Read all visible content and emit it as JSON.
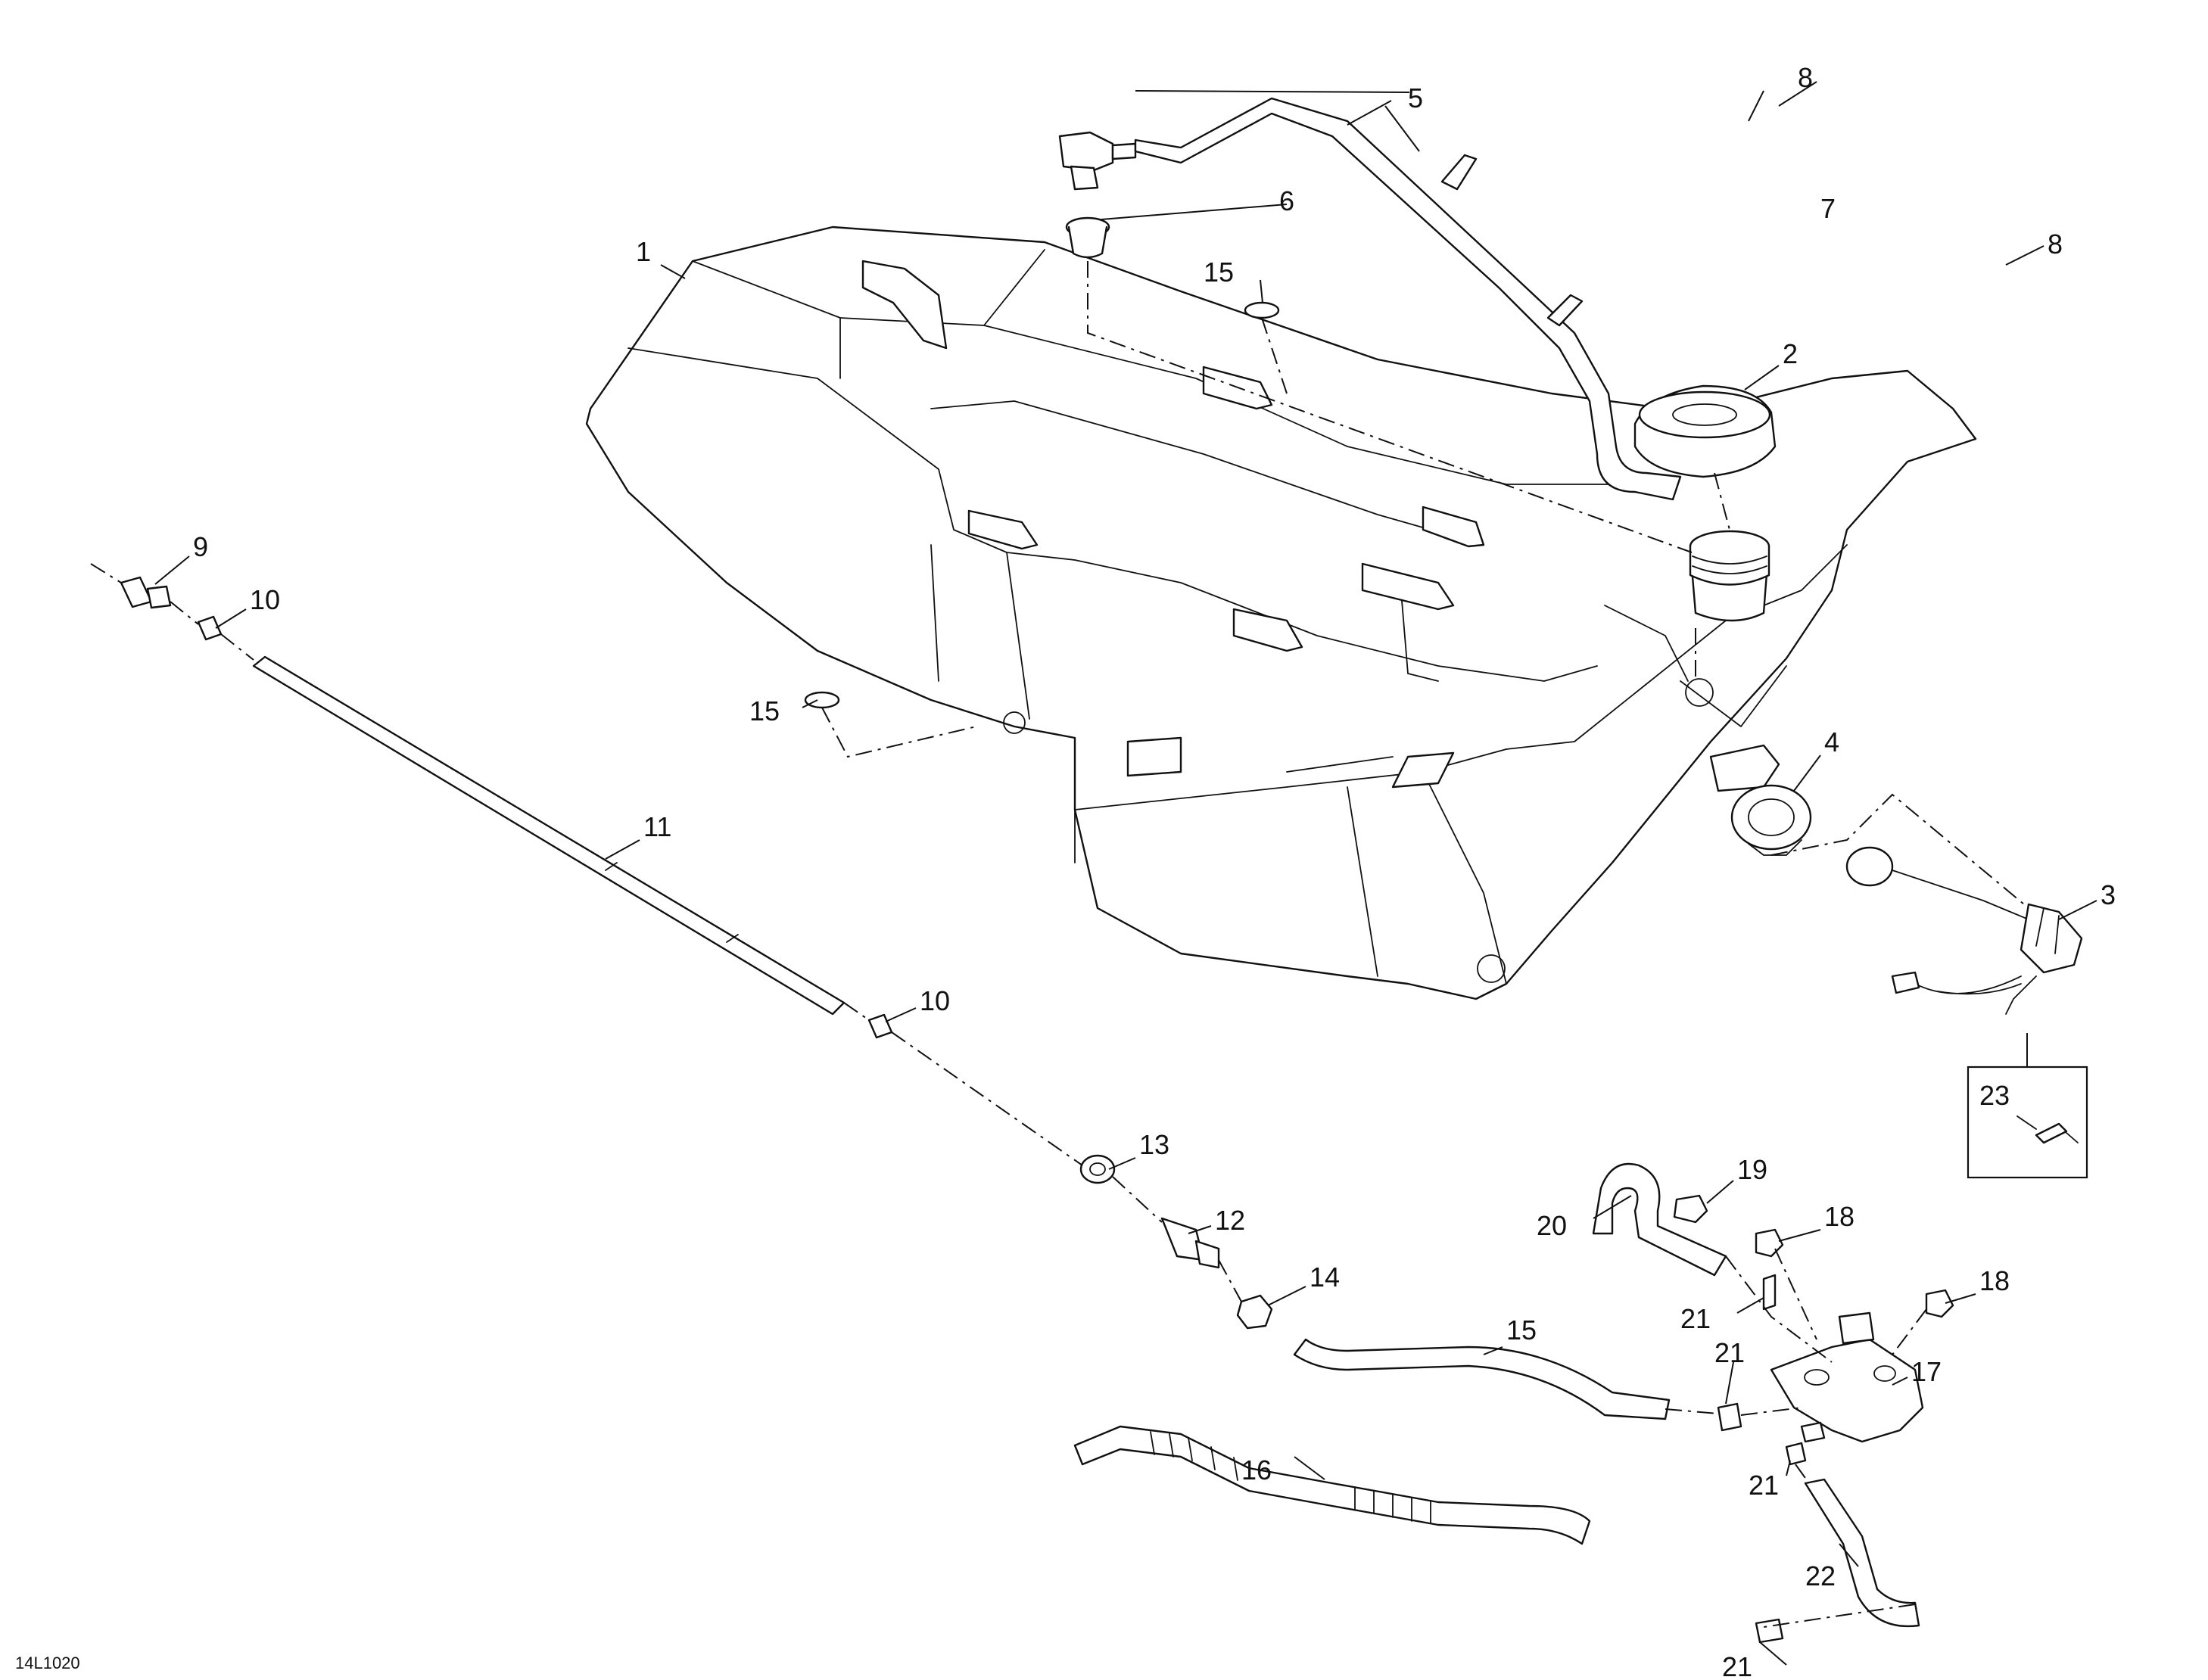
{
  "figure": {
    "reference": "14L1020",
    "callouts": [
      {
        "id": "c1",
        "label": "1"
      },
      {
        "id": "c2",
        "label": "2"
      },
      {
        "id": "c3",
        "label": "3"
      },
      {
        "id": "c4",
        "label": "4"
      },
      {
        "id": "c5",
        "label": "5"
      },
      {
        "id": "c6",
        "label": "6"
      },
      {
        "id": "c7",
        "label": "7"
      },
      {
        "id": "c8a",
        "label": "8"
      },
      {
        "id": "c8b",
        "label": "8"
      },
      {
        "id": "c9",
        "label": "9"
      },
      {
        "id": "c10a",
        "label": "10"
      },
      {
        "id": "c10b",
        "label": "10"
      },
      {
        "id": "c11",
        "label": "11"
      },
      {
        "id": "c12",
        "label": "12"
      },
      {
        "id": "c13",
        "label": "13"
      },
      {
        "id": "c14",
        "label": "14"
      },
      {
        "id": "c15a",
        "label": "15"
      },
      {
        "id": "c15b",
        "label": "15"
      },
      {
        "id": "c15c",
        "label": "15"
      },
      {
        "id": "c16",
        "label": "16"
      },
      {
        "id": "c17",
        "label": "17"
      },
      {
        "id": "c18a",
        "label": "18"
      },
      {
        "id": "c18b",
        "label": "18"
      },
      {
        "id": "c19",
        "label": "19"
      },
      {
        "id": "c20",
        "label": "20"
      },
      {
        "id": "c21a",
        "label": "21"
      },
      {
        "id": "c21b",
        "label": "21"
      },
      {
        "id": "c21c",
        "label": "21"
      },
      {
        "id": "c21d",
        "label": "21"
      },
      {
        "id": "c22",
        "label": "22"
      },
      {
        "id": "c23",
        "label": "23"
      }
    ]
  }
}
